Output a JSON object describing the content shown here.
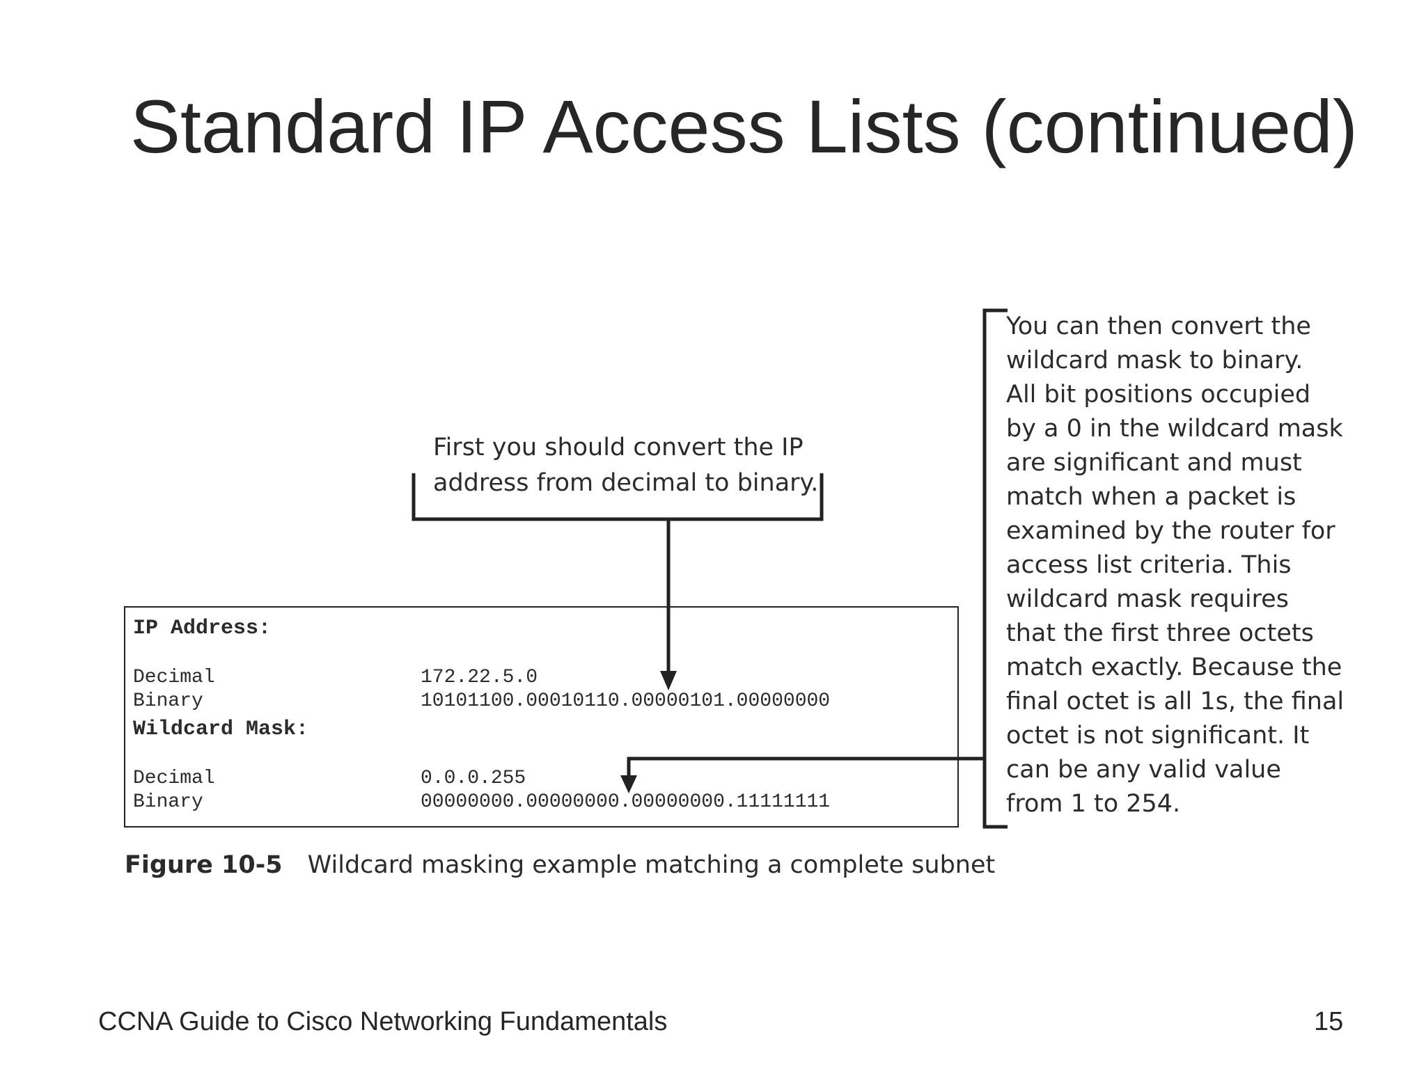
{
  "slide": {
    "title": "Standard IP Access Lists (continued)",
    "footer_text": "CCNA Guide to Cisco Networking Fundamentals",
    "page_number": "15"
  },
  "figure": {
    "callout_top": [
      "First you should convert the IP",
      "address from decimal to binary."
    ],
    "callout_right": [
      "You can then convert the",
      "wildcard mask to binary.",
      "All bit positions occupied",
      "by a 0 in the wildcard mask",
      "are significant and must",
      "match when a packet is",
      "examined by the router for",
      "access list criteria. This",
      "wildcard mask requires",
      "that the first three octets",
      "match exactly. Because the",
      "final octet is all 1s, the final",
      "octet is not significant. It",
      "can be any valid value",
      "from 1 to 254."
    ],
    "ip_address": {
      "heading": "IP Address:",
      "decimal_label": "Decimal",
      "decimal_value": "172.22.5.0",
      "binary_label": "Binary",
      "binary_value": "10101100.00010110.00000101.00000000"
    },
    "wildcard_mask": {
      "heading": "Wildcard Mask:",
      "decimal_label": "Decimal",
      "decimal_value": "0.0.0.255",
      "binary_label": "Binary",
      "binary_value": "00000000.00000000.00000000.11111111"
    },
    "caption_number": "Figure 10-5",
    "caption_text": "Wildcard masking example matching a complete subnet"
  }
}
